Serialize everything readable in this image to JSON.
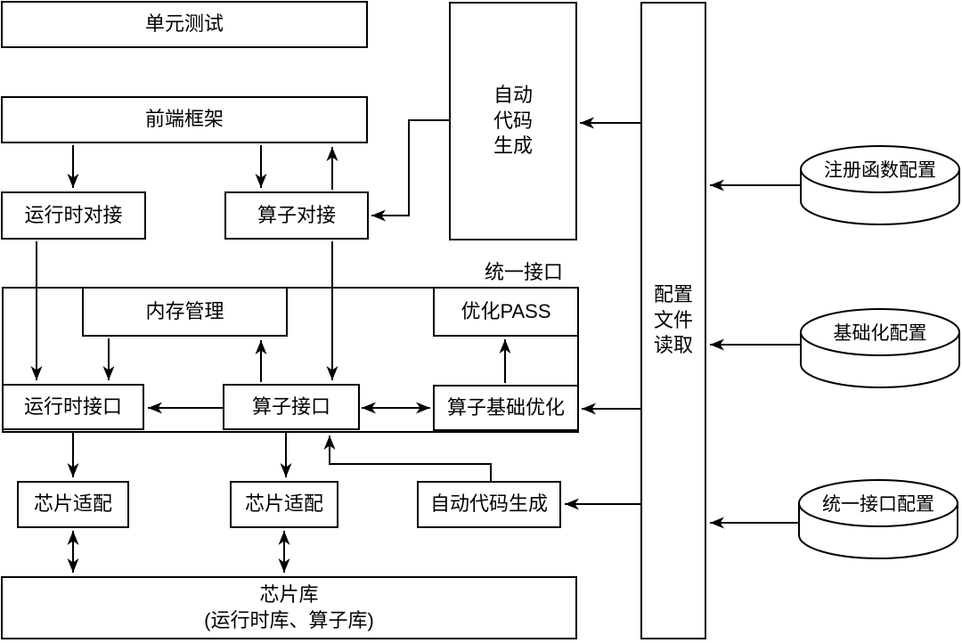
{
  "diagram": {
    "title": "compiler-runtime-architecture-diagram",
    "colors": {
      "stroke": "#000000",
      "background": "#ffffff",
      "text": "#000000"
    },
    "nodes": {
      "unit_test": "单元测试",
      "frontend_framework": "前端框架",
      "runtime_docking": "运行时对接",
      "operator_docking": "算子对接",
      "auto_codegen_main": "自动\n代码\n生成",
      "config_file_reader": "配置\n文件\n读取",
      "unified_interface_group": "统一接口",
      "memory_management": "内存管理",
      "optimization_pass": "优化PASS",
      "runtime_interface": "运行时接口",
      "operator_interface": "算子接口",
      "operator_basic_optimization": "算子基础优化",
      "chip_adaptation_runtime": "芯片适配",
      "chip_adaptation_operator": "芯片适配",
      "auto_codegen_operator": "自动代码生成",
      "chip_library": "芯片库\n(运行时库、算子库)",
      "registered_function_config": "注册函数配置",
      "basic_config": "基础化配置",
      "unified_interface_config": "统一接口配置"
    },
    "edges": [
      {
        "from": "frontend_framework",
        "to": "runtime_docking",
        "style": "arrow"
      },
      {
        "from": "frontend_framework",
        "to": "operator_docking",
        "style": "arrow"
      },
      {
        "from": "operator_docking",
        "to": "frontend_framework",
        "style": "arrow"
      },
      {
        "from": "auto_codegen_main",
        "to": "operator_docking",
        "style": "arrow"
      },
      {
        "from": "config_file_reader",
        "to": "auto_codegen_main",
        "style": "arrow"
      },
      {
        "from": "runtime_docking",
        "to": "runtime_interface",
        "style": "arrow"
      },
      {
        "from": "memory_management",
        "to": "runtime_interface",
        "style": "arrow"
      },
      {
        "from": "operator_interface",
        "to": "memory_management",
        "style": "arrow"
      },
      {
        "from": "operator_docking",
        "to": "operator_interface",
        "style": "arrow"
      },
      {
        "from": "operator_interface",
        "to": "runtime_interface",
        "style": "arrow"
      },
      {
        "from": "operator_interface",
        "to": "operator_basic_optimization",
        "style": "double-arrow"
      },
      {
        "from": "operator_basic_optimization",
        "to": "optimization_pass",
        "style": "arrow"
      },
      {
        "from": "config_file_reader",
        "to": "operator_basic_optimization",
        "style": "arrow"
      },
      {
        "from": "runtime_interface",
        "to": "chip_adaptation_runtime",
        "style": "arrow"
      },
      {
        "from": "operator_interface",
        "to": "chip_adaptation_operator",
        "style": "arrow"
      },
      {
        "from": "chip_adaptation_runtime",
        "to": "chip_library",
        "style": "double-arrow"
      },
      {
        "from": "chip_adaptation_operator",
        "to": "chip_library",
        "style": "double-arrow"
      },
      {
        "from": "auto_codegen_operator",
        "to": "operator_interface",
        "style": "arrow"
      },
      {
        "from": "config_file_reader",
        "to": "auto_codegen_operator",
        "style": "arrow"
      },
      {
        "from": "registered_function_config",
        "to": "config_file_reader",
        "style": "arrow"
      },
      {
        "from": "basic_config",
        "to": "config_file_reader",
        "style": "arrow"
      },
      {
        "from": "unified_interface_config",
        "to": "config_file_reader",
        "style": "arrow"
      }
    ]
  }
}
